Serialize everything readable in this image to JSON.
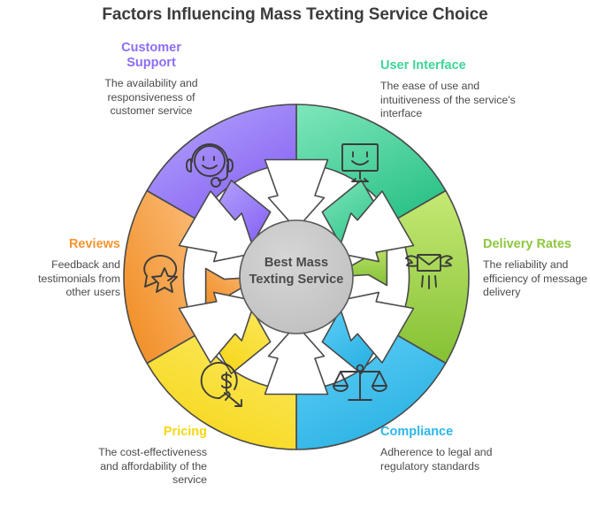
{
  "title": "Factors Influencing Mass Texting Service Choice",
  "center": {
    "label_line1": "Best Mass",
    "label_line2": "Texting Service",
    "fill": "#c6c6c6",
    "stroke": "#5a5a5a"
  },
  "colors": {
    "customer_support": "#8b6ef5",
    "user_interface": "#3ed598",
    "delivery_rates": "#8ec73f",
    "compliance": "#2cb6ea",
    "pricing": "#f5d712",
    "reviews": "#f5952e",
    "title_text": "#3c3c3c",
    "desc_text": "#4a4a4a",
    "arrow_white": "#ffffff",
    "stroke": "#4a4a4a"
  },
  "segments": [
    {
      "key": "user_interface",
      "title": "User Interface",
      "desc": "The ease of use and intuitiveness of the service's interface",
      "color": "#3ed598",
      "color_light": "#74e8b8",
      "color_dark": "#2bbd80",
      "icon": "monitor-smiley-icon",
      "start_angle": 0,
      "end_angle": 60
    },
    {
      "key": "delivery_rates",
      "title": "Delivery Rates",
      "desc": "The reliability and efficiency of message delivery",
      "color": "#8ec73f",
      "color_light": "#c0e86a",
      "color_dark": "#7fbb2e",
      "icon": "winged-envelope-icon",
      "start_angle": 60,
      "end_angle": 120
    },
    {
      "key": "compliance",
      "title": "Compliance",
      "desc": "Adherence to legal and regulatory standards",
      "color": "#2cb6ea",
      "color_light": "#64d2f7",
      "color_dark": "#21a6da",
      "icon": "balance-scales-icon",
      "start_angle": 120,
      "end_angle": 180
    },
    {
      "key": "pricing",
      "title": "Pricing",
      "desc": "The cost-effectiveness and affordability of the service",
      "color": "#f5d712",
      "color_light": "#fbe95e",
      "color_dark": "#f3d000",
      "icon": "dollar-down-arrow-icon",
      "start_angle": 180,
      "end_angle": 240
    },
    {
      "key": "reviews",
      "title": "Reviews",
      "desc": "Feedback and testimonials from other users",
      "color": "#f5952e",
      "color_light": "#fbbd7a",
      "color_dark": "#f0831a",
      "icon": "speech-bubble-star-icon",
      "start_angle": 240,
      "end_angle": 300
    },
    {
      "key": "customer_support",
      "title": "Customer Support",
      "desc": "The availability and responsiveness of customer service",
      "color": "#8b6ef5",
      "color_light": "#b7a5fb",
      "color_dark": "#7b57f0",
      "icon": "headset-smiley-icon",
      "start_angle": 300,
      "end_angle": 360
    }
  ],
  "callouts": {
    "customer_support": {
      "title_line1": "Customer",
      "title_line2": "Support",
      "desc": "The availability and responsiveness of customer service"
    },
    "user_interface": {
      "title": "User Interface",
      "desc": "The ease of use and intuitiveness of the service's interface"
    },
    "delivery_rates": {
      "title": "Delivery Rates",
      "desc": "The reliability and efficiency of message delivery"
    },
    "compliance": {
      "title": "Compliance",
      "desc": "Adherence to legal and regulatory standards"
    },
    "pricing": {
      "title": "Pricing",
      "desc": "The cost-effectiveness and affordability of the service"
    },
    "reviews": {
      "title": "Reviews",
      "desc": "Feedback and testimonials from other users"
    }
  }
}
